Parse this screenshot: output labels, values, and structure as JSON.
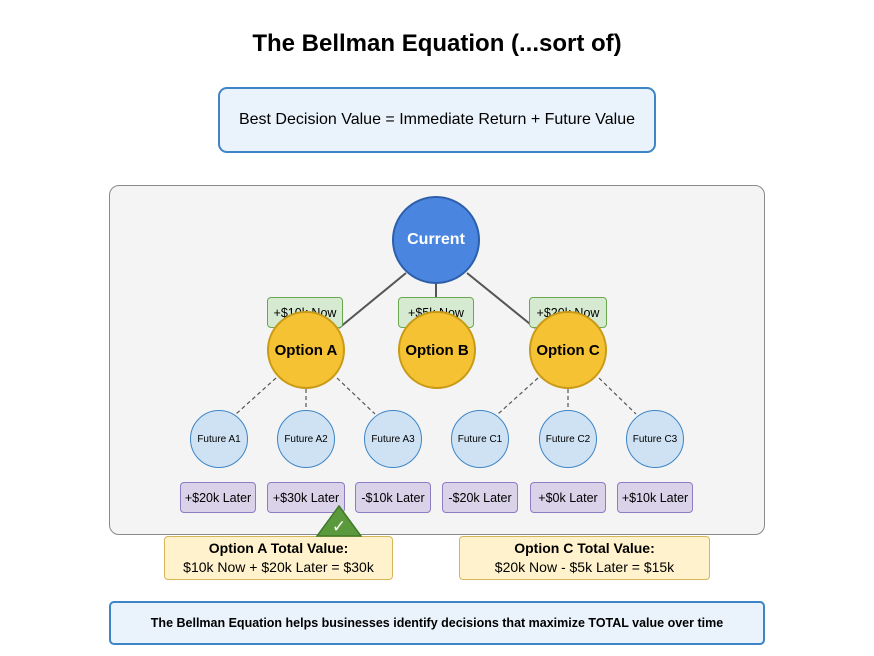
{
  "title": "The Bellman Equation (...sort of)",
  "formula": "Best Decision Value = Immediate Return +  Future Value",
  "current_node": "Current",
  "options": [
    {
      "label": "Option A",
      "now": "+$10k Now"
    },
    {
      "label": "Option B",
      "now": "+$5k Now"
    },
    {
      "label": "Option C",
      "now": "+$20k Now"
    }
  ],
  "futures": [
    {
      "label": "Future A1",
      "later": "+$20k Later"
    },
    {
      "label": "Future A2",
      "later": "+$30k Later"
    },
    {
      "label": "Future A3",
      "later": "-$10k Later"
    },
    {
      "label": "Future C1",
      "later": "-$20k Later"
    },
    {
      "label": "Future C2",
      "later": "+$0k Later"
    },
    {
      "label": "Future C3",
      "later": "+$10k Later"
    }
  ],
  "totals": [
    {
      "title": "Option A Total Value:",
      "calc": "$10k Now + $20k Later = $30k"
    },
    {
      "title": "Option C Total Value:",
      "calc": "$20k Now - $5k Later = $15k"
    }
  ],
  "check_mark": "✓",
  "footer": "The Bellman Equation helps businesses identify decisions that maximize TOTAL value over time",
  "colors": {
    "current": "#4a86e0",
    "option": "#f4c233",
    "future": "#cfe2f3",
    "now_box": "#d5ead0",
    "later_box": "#d9d2e9",
    "total_box": "#fff2cc",
    "check": "#5a9a3c"
  }
}
